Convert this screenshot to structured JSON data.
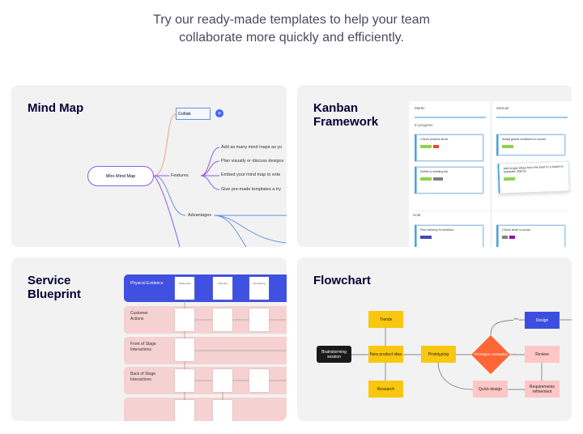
{
  "intro": {
    "line1": "Try our ready-made templates to help your team",
    "line2": "collaborate more quickly and efficiently."
  },
  "mind_map": {
    "title": "Mind Map",
    "root": "Miro Mind Map",
    "input_value": "Collab",
    "branch_features": "Features",
    "branch_advantages": "Advantages",
    "leaves": [
      "Add as many mind maps as yo",
      "Plan visually or discuss designs",
      "Embed your mind map to exte",
      "Give pre-made templates a try"
    ]
  },
  "kanban": {
    "title_line1": "Kanban",
    "title_line2": "Framework",
    "columns": [
      {
        "name": "Martin"
      },
      {
        "name": "Samuel"
      }
    ],
    "groups": [
      "In progress",
      "Hold"
    ],
    "cards": {
      "martin": [
        "Check product stock",
        "Define a seeding list",
        "Plan delivery to resellers"
      ],
      "samuel": [
        "Adapt global creatives for social",
        "Add image ideas from the brief to a board to separate objects",
        "Check texts in social"
      ]
    },
    "colors": {
      "accent": "#4aa3df",
      "green": "#8fd14f",
      "red": "#f24726",
      "gray": "#808080",
      "blue": "#414bb2",
      "purple": "#9510ac"
    }
  },
  "service_blueprint": {
    "title_line1": "Service",
    "title_line2": "Blueprint",
    "rows": [
      "Physical Evidence",
      "Customer Actions",
      "Front of Stage Interactions",
      "Back of Stage Interactions",
      ""
    ],
    "stages": [
      "Awareness",
      "Ordering",
      "Purchasing"
    ],
    "colors": {
      "header": "#4050e0",
      "row": "#f6d1d1"
    }
  },
  "flowchart": {
    "title": "Flowchart",
    "nodes": {
      "brainstorming": "Brainstorming session",
      "trends": "Trends",
      "new_idea": "New product idea",
      "research": "Research",
      "prototyping": "Prototyping",
      "evaluation": "Prototype evaluation",
      "design": "Design",
      "review": "Review",
      "requirements": "Requirements refinement",
      "quick_design": "Quick design"
    },
    "edge_labels": {
      "yes": "Yes",
      "no": "No"
    },
    "colors": {
      "yellow": "#fac710",
      "black": "#1a1a1a",
      "orange": "#ff6635",
      "blue": "#3c4ee0",
      "pink": "#ffc6c6"
    }
  }
}
